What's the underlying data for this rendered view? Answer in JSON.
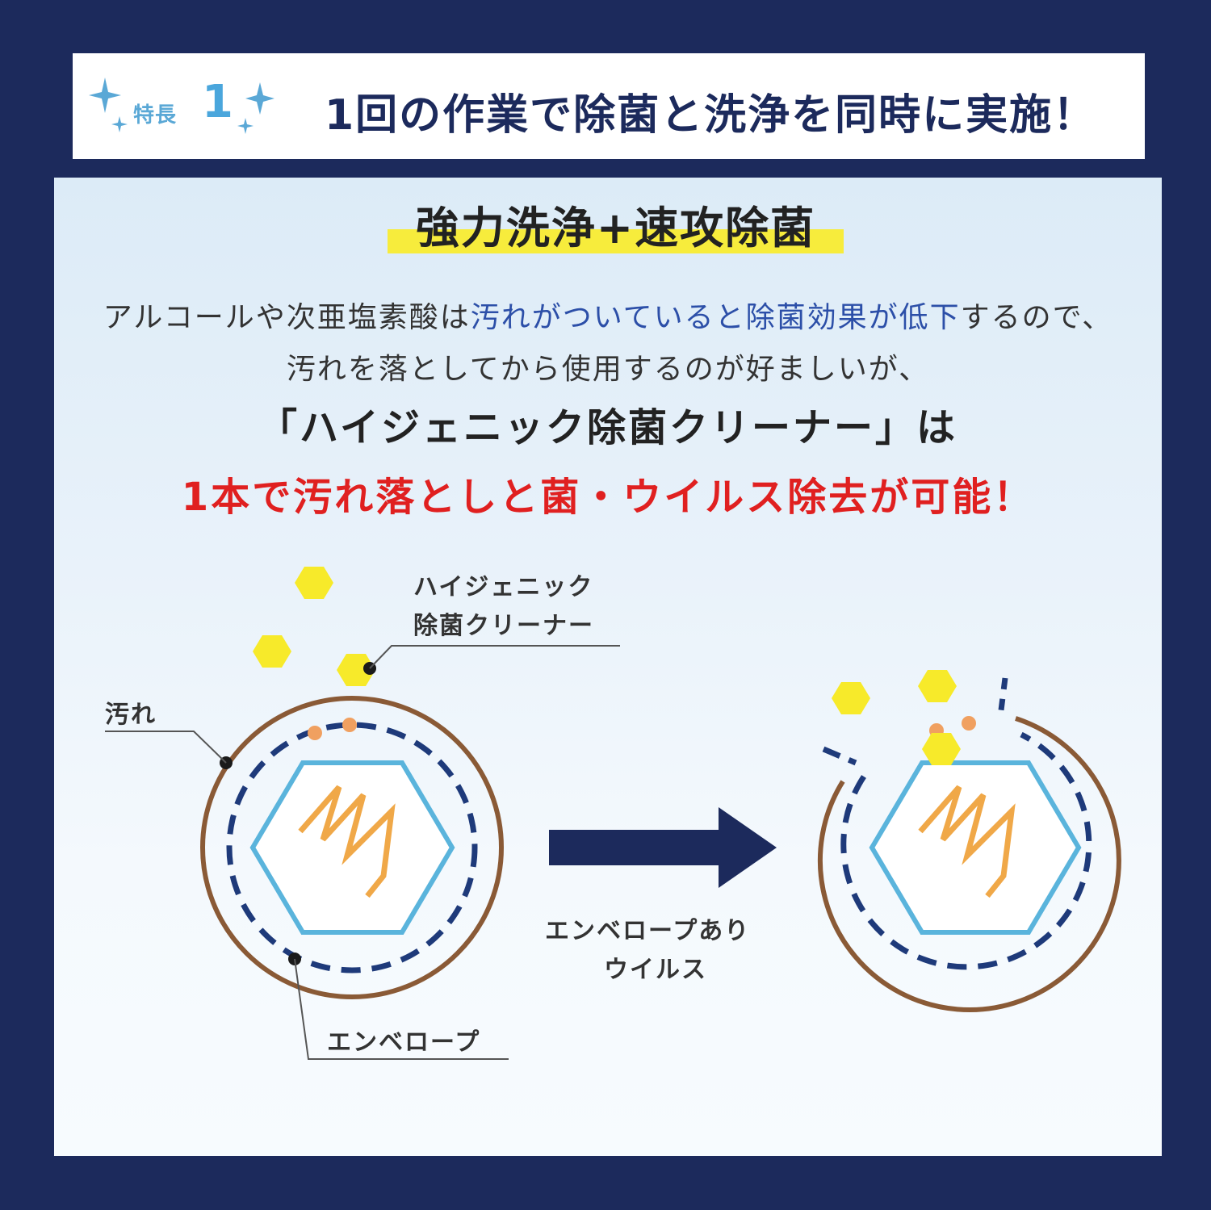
{
  "header": {
    "feature_label": "特長",
    "feature_number": "1",
    "headline": "1回の作業で除菌と洗浄を同時に実施！"
  },
  "subtitle": "強力洗浄+速攻除菌",
  "body": {
    "line1_a": "アルコールや次亜塩素酸は",
    "line1_b": "汚れがついていると除菌効果が低下",
    "line1_c": "するので、",
    "line2": "汚れを落としてから使用するのが好ましいが、",
    "line3": "「ハイジェニック除菌クリーナー」は",
    "line4": "1本で汚れ落としと菌・ウイルス除去が可能！"
  },
  "diagram": {
    "cleaner_label_1": "ハイジェニック",
    "cleaner_label_2": "除菌クリーナー",
    "dirt_label": "汚れ",
    "envelope_label": "エンベロープ",
    "virus_label_1": "エンベロープあり",
    "virus_label_2": "ウイルス"
  },
  "colors": {
    "navy": "#1c2a5c",
    "brown": "#8a5a36",
    "envelope_blue": "#1e3a7a",
    "hex_cyan": "#5ab4dc",
    "zigzag_orange": "#f0a848",
    "cleaner_yellow": "#f7ea2a",
    "dirt_dot": "#f0a060",
    "red": "#e02020"
  }
}
